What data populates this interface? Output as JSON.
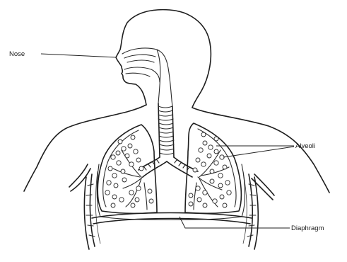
{
  "labels": {
    "nose": "Nose",
    "alveoli": "Alveoli",
    "diaphragm": "Diaphragm"
  },
  "colors": {
    "ink": "#1e1e1e",
    "background": "#ffffff"
  }
}
